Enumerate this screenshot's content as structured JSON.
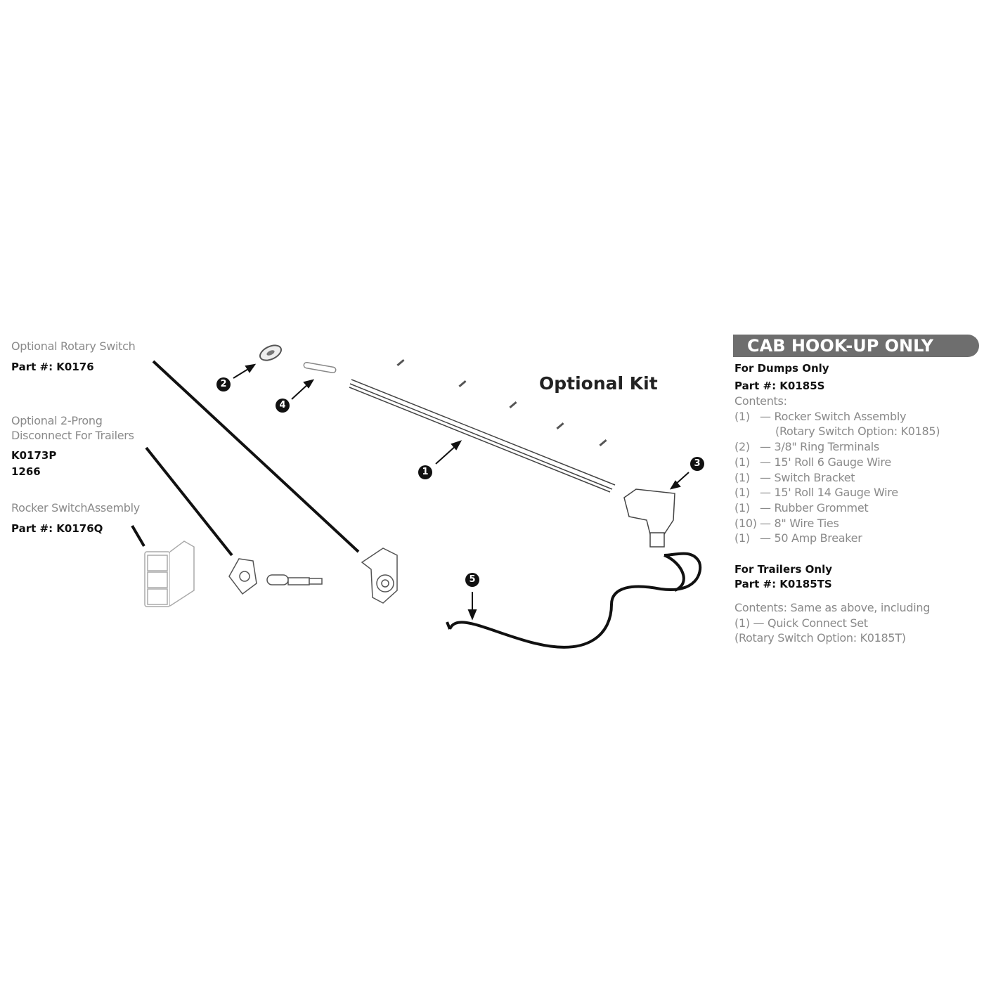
{
  "left_labels": {
    "rotary": {
      "title": "Optional Rotary Switch",
      "part": "Part #: K0176"
    },
    "prong": {
      "title_line1": "Optional 2-Prong",
      "title_line2": "Disconnect For Trailers",
      "part_line1": "K0173P",
      "part_line2": "1266"
    },
    "rocker": {
      "title": "Rocker SwitchAssembly",
      "part": "Part #: K0176Q"
    }
  },
  "diagram": {
    "kit_label": "Optional Kit",
    "callouts": [
      "1",
      "2",
      "3",
      "4",
      "5"
    ]
  },
  "panel": {
    "banner": "CAB HOOK-UP ONLY",
    "dumps": {
      "heading": "For Dumps Only",
      "part": "Part #: K0185S",
      "contents_label": "Contents:",
      "items": [
        {
          "qty": "(1)",
          "text": "— Rocker Switch Assembly"
        },
        {
          "qty": "",
          "text": "(Rotary Switch Option: K0185)"
        },
        {
          "qty": "(2)",
          "text": "— 3/8\" Ring Terminals"
        },
        {
          "qty": "(1)",
          "text": "— 15' Roll 6 Gauge Wire"
        },
        {
          "qty": "(1)",
          "text": "— Switch Bracket"
        },
        {
          "qty": "(1)",
          "text": "— 15' Roll 14 Gauge Wire"
        },
        {
          "qty": "(1)",
          "text": "— Rubber Grommet"
        },
        {
          "qty": "(10)",
          "text": "— 8\" Wire Ties"
        },
        {
          "qty": "(1)",
          "text": "— 50 Amp Breaker"
        }
      ]
    },
    "trailers": {
      "heading": "For Trailers Only",
      "part": "Part #: K0185TS",
      "line1": "Contents: Same as above, including",
      "line2": "(1) — Quick Connect Set",
      "line3": "(Rotary Switch Option: K0185T)"
    }
  }
}
